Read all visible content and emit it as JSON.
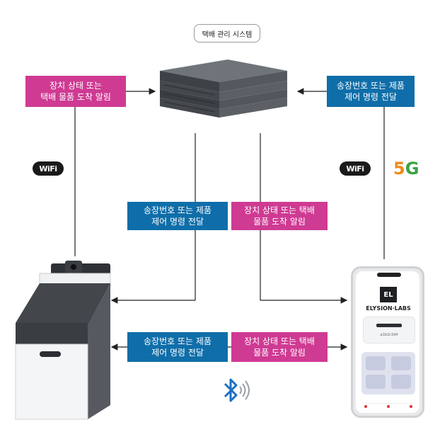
{
  "system": {
    "label": "택배 관리 시스템"
  },
  "boxes": {
    "top_left": {
      "line1": "장치 상태 또는",
      "line2": "택배 물품 도착 알림"
    },
    "top_right": {
      "line1": "송장번호 또는 제품",
      "line2": "제어 명령 전달"
    },
    "mid_left": {
      "line1": "송장번호 또는 제품",
      "line2": "제어 명령 전달"
    },
    "mid_right": {
      "line1": "장치 상태 또는 택배",
      "line2": "물품 도착 알림"
    },
    "low_left": {
      "line1": "송장번호 또는 제품",
      "line2": "제어 명령 전달"
    },
    "low_right": {
      "line1": "장치 상태 또는 택배",
      "line2": "물품 도착 알림"
    }
  },
  "badges": {
    "wifi_left": "WiFi",
    "wifi_right": "WiFi",
    "fiveg": "5G"
  },
  "phone": {
    "brand": "ELYSION·LABS",
    "logo": "EL",
    "device_id": "a1b2c3d4"
  },
  "colors": {
    "magenta": "#cf3a93",
    "blue": "#0f6ea9",
    "bluetooth": "#1a6fc4",
    "fiveg_orange": "#f08a1c",
    "fiveg_green": "#3aa341"
  }
}
